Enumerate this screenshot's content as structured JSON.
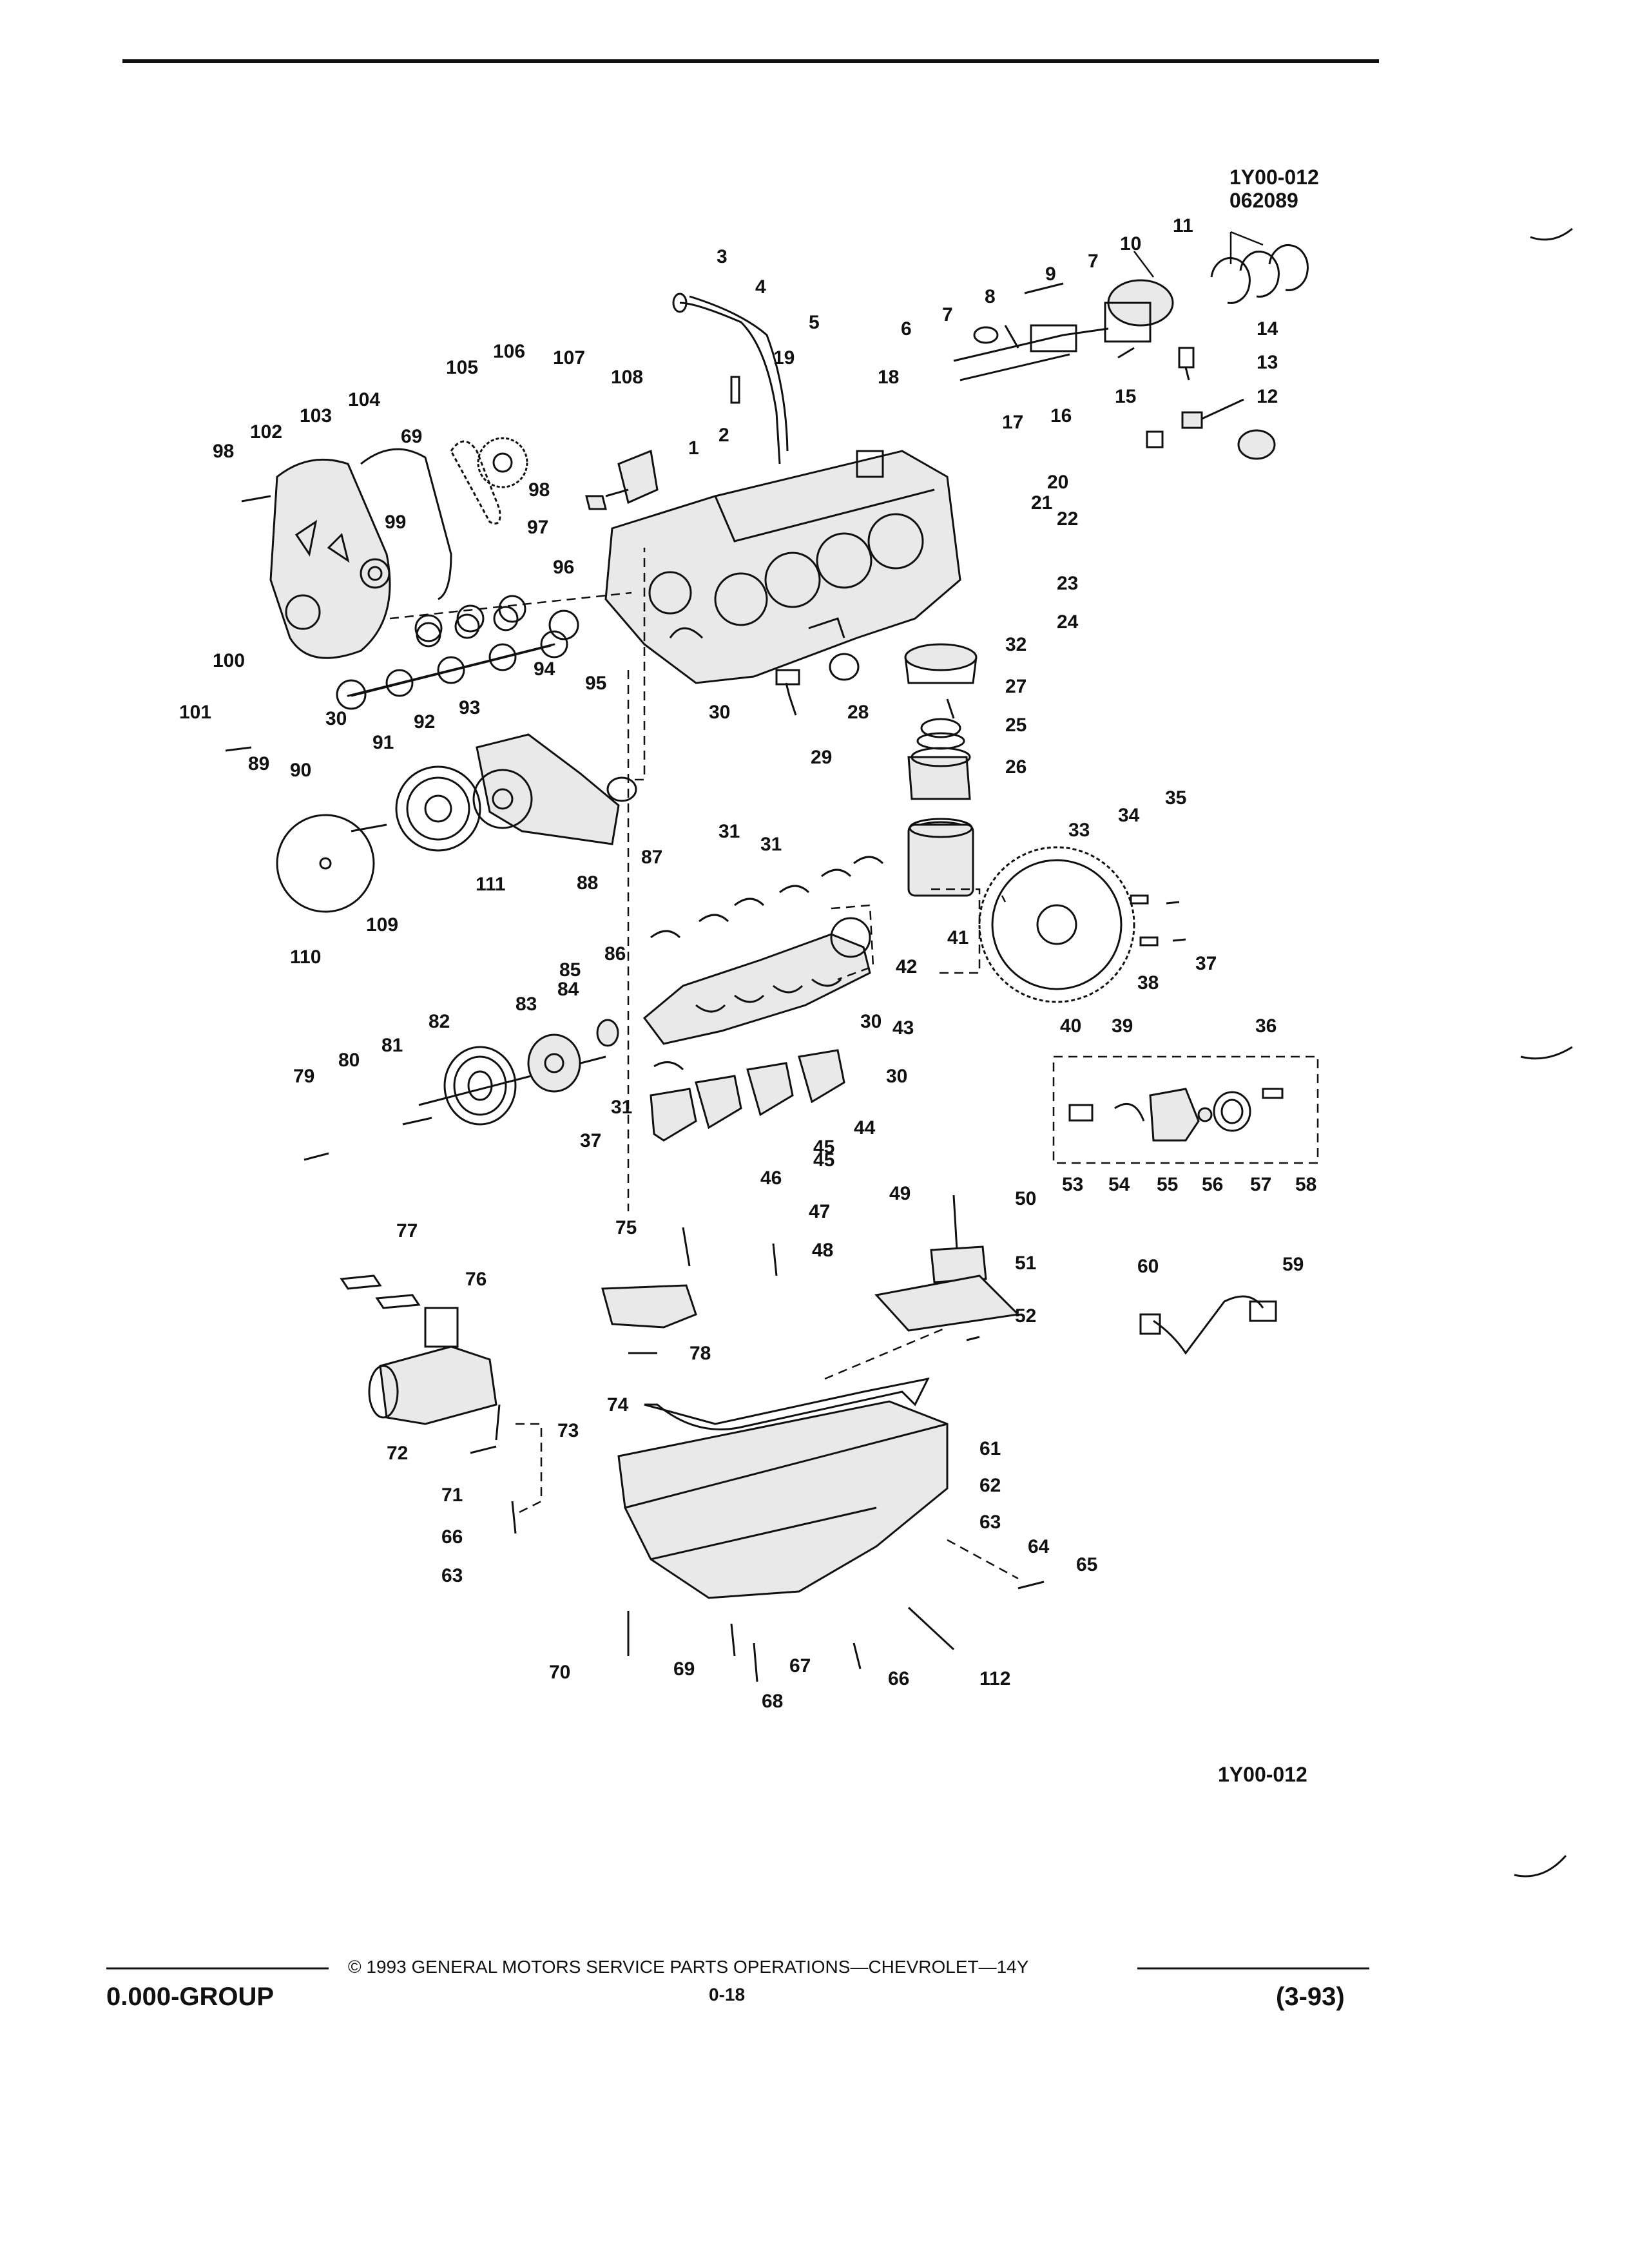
{
  "header": {
    "drawing_code": "1Y00-012",
    "drawing_date": "062089"
  },
  "diagram": {
    "callouts": [
      "1",
      "2",
      "3",
      "4",
      "5",
      "6",
      "7",
      "7",
      "8",
      "9",
      "10",
      "11",
      "12",
      "13",
      "14",
      "15",
      "16",
      "17",
      "18",
      "19",
      "20",
      "21",
      "22",
      "23",
      "24",
      "25",
      "26",
      "27",
      "28",
      "29",
      "30",
      "30",
      "30",
      "30",
      "31",
      "31",
      "31",
      "32",
      "33",
      "34",
      "35",
      "36",
      "37",
      "37",
      "38",
      "39",
      "40",
      "41",
      "42",
      "43",
      "44",
      "45",
      "45",
      "46",
      "47",
      "48",
      "49",
      "50",
      "51",
      "52",
      "53",
      "54",
      "55",
      "56",
      "57",
      "58",
      "59",
      "60",
      "61",
      "62",
      "63",
      "63",
      "64",
      "65",
      "66",
      "66",
      "67",
      "68",
      "69",
      "69",
      "70",
      "71",
      "72",
      "73",
      "74",
      "75",
      "76",
      "77",
      "78",
      "79",
      "80",
      "81",
      "82",
      "83",
      "84",
      "85",
      "86",
      "87",
      "88",
      "89",
      "90",
      "91",
      "92",
      "93",
      "94",
      "95",
      "96",
      "97",
      "98",
      "98",
      "99",
      "100",
      "101",
      "102",
      "103",
      "104",
      "105",
      "106",
      "107",
      "108",
      "109",
      "110",
      "111",
      "112"
    ],
    "bottom_code": "1Y00-012"
  },
  "footer": {
    "copyright": "© 1993 GENERAL MOTORS SERVICE PARTS OPERATIONS—CHEVROLET—14Y",
    "group": "0.000-GROUP",
    "page": "0-18",
    "revision": "(3-93)"
  }
}
